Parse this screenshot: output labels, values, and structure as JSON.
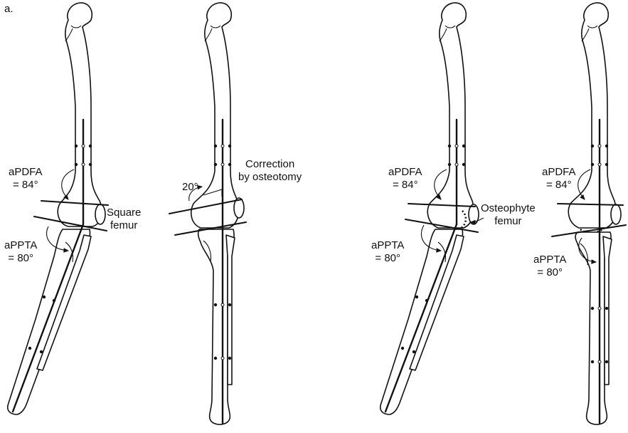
{
  "panel_label": "a.",
  "labels": {
    "a_pdfa_1": [
      "aPDFA",
      "= 84°"
    ],
    "a_ppta_1": [
      "aPPTA",
      "= 80°"
    ],
    "square_femur": [
      "Square",
      "femur"
    ],
    "twenty_deg": "20°",
    "correction": [
      "Correction",
      "by osteotomy"
    ],
    "a_pdfa_3": [
      "aPDFA",
      "= 84°"
    ],
    "a_ppta_3": [
      "aPPTA",
      "= 80°"
    ],
    "osteophyte_femur": [
      "Osteophyte",
      "femur"
    ],
    "a_pdfa_4": [
      "aPDFA",
      "= 84°"
    ],
    "a_ppta_4": [
      "aPPTA",
      "= 80°"
    ]
  },
  "colors": {
    "ink": "#111111",
    "background": "#ffffff"
  }
}
